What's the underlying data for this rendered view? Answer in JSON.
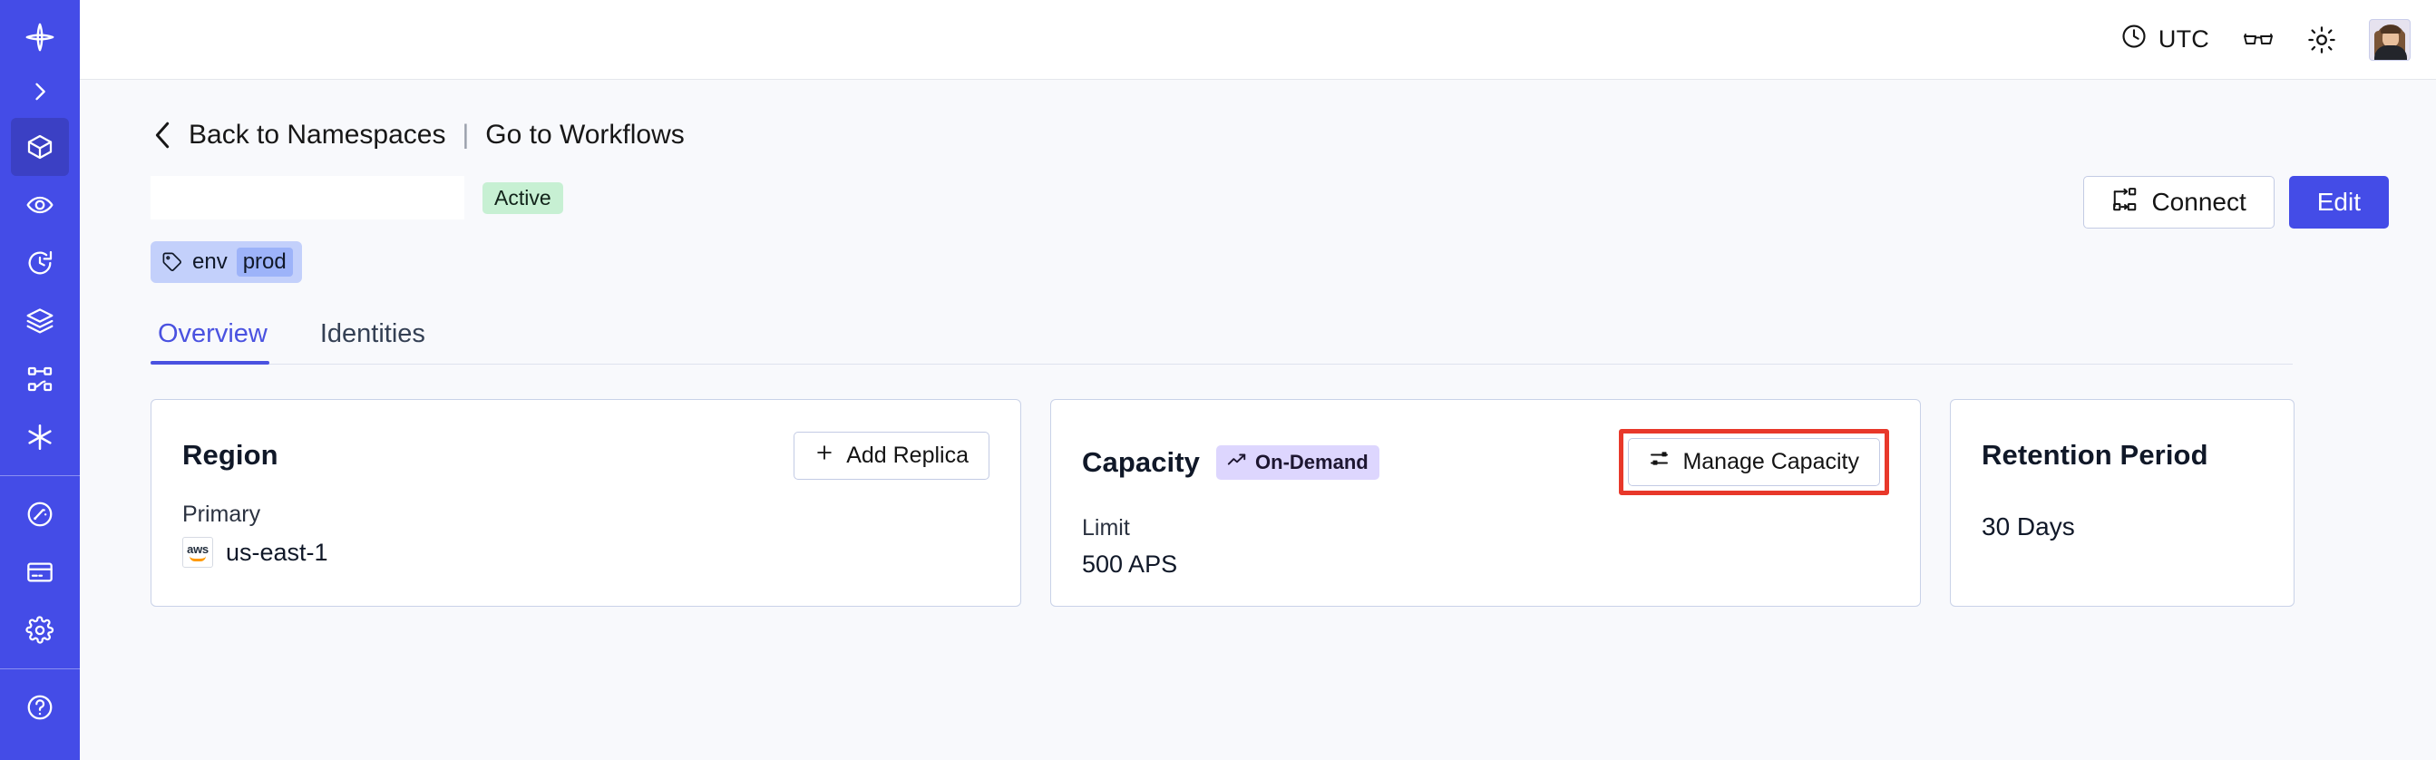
{
  "sidebar": {
    "items": [
      {
        "name": "temporal-logo",
        "label": "Temporal"
      },
      {
        "name": "expand-nav",
        "label": "Expand navigation"
      },
      {
        "name": "namespaces",
        "label": "Namespaces"
      },
      {
        "name": "observability",
        "label": "Observability"
      },
      {
        "name": "schedules",
        "label": "Schedules"
      },
      {
        "name": "batch-operations",
        "label": "Batch Operations"
      },
      {
        "name": "workflows",
        "label": "Workflows"
      },
      {
        "name": "nexus",
        "label": "Nexus"
      },
      {
        "name": "usage",
        "label": "Usage"
      },
      {
        "name": "billing",
        "label": "Billing"
      },
      {
        "name": "settings",
        "label": "Settings"
      }
    ]
  },
  "topbar": {
    "timezone": "UTC",
    "timezone_icon": "clock-icon",
    "docs_icon": "glasses-icon",
    "theme_icon": "sun-icon",
    "avatar_icon": "user-avatar"
  },
  "breadcrumb": {
    "back_icon": "chevron-left-icon",
    "back_label": "Back to Namespaces",
    "separator": "|",
    "workflows_label": "Go to Workflows"
  },
  "header": {
    "namespace_title": "",
    "status_badge": "Active",
    "connect_label": "Connect",
    "connect_icon": "connect-icon",
    "edit_label": "Edit",
    "tags": [
      {
        "key": "env",
        "value": "prod",
        "icon": "tag-icon"
      }
    ]
  },
  "tabs": [
    {
      "label": "Overview",
      "active": true
    },
    {
      "label": "Identities",
      "active": false
    }
  ],
  "cards": {
    "region": {
      "title": "Region",
      "action_label": "Add Replica",
      "action_icon": "plus-icon",
      "sub_label": "Primary",
      "provider_icon": "aws-logo",
      "provider_word": "aws",
      "value": "us-east-1"
    },
    "capacity": {
      "title": "Capacity",
      "badge_label": "On-Demand",
      "badge_icon": "trending-up-icon",
      "action_label": "Manage Capacity",
      "action_icon": "sliders-icon",
      "action_highlighted": true,
      "highlight_color": "#e8382a",
      "sub_label": "Limit",
      "value": "500 APS"
    },
    "retention": {
      "title": "Retention Period",
      "value": "30 Days"
    }
  },
  "colors": {
    "sidebar": "#444ce7",
    "accent": "#444ce7",
    "page_bg": "#f8f9fc",
    "status_active_bg": "#c7f0d3",
    "badge_ondemand_bg": "#ddd6fe",
    "tag_bg": "#c3d0fb",
    "highlight": "#e8382a"
  }
}
